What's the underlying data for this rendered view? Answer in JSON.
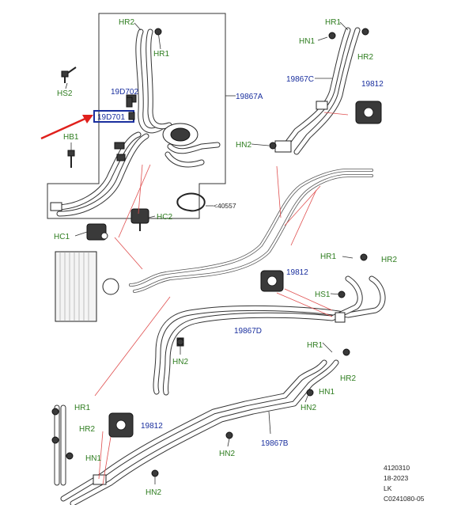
{
  "labels": {
    "hr2_a": "HR2",
    "hr1_a": "HR1",
    "hs2": "HS2",
    "p19d702": "19D702",
    "p19d701": "19D701",
    "p19867a": "19867A",
    "hb1": "HB1",
    "hc2": "HC2",
    "p40557": "<40557",
    "hc1": "HC1",
    "hr1_b": "HR1",
    "hn1_b": "HN1",
    "hr2_b": "HR2",
    "p19867c": "19867C",
    "p19812_a": "19812",
    "hn2_a": "HN2",
    "hr1_c": "HR1",
    "hr2_c": "HR2",
    "p19812_b": "19812",
    "hs1": "HS1",
    "p19867d": "19867D",
    "hn2_b": "HN2",
    "hr1_d": "HR1",
    "hn1_d": "HN1",
    "hr2_d": "HR2",
    "hn2_c": "HN2",
    "hr1_e": "HR1",
    "hr2_e": "HR2",
    "p19812_c": "19812",
    "hn1_e": "HN1",
    "hn2_d": "HN2",
    "p19867b": "19867B",
    "hn2_e": "HN2"
  },
  "reference": {
    "line1": "4120310",
    "line2": "18-2023",
    "line3": "LK",
    "line4": "C0241080-05"
  },
  "colors": {
    "green_label": "#2e7d1f",
    "blue_label": "#1a2f9e",
    "highlight_box": "#1a2f9e",
    "arrow": "#e0201c",
    "callout_lines": "#e05050"
  },
  "highlighted_part": "19D701"
}
